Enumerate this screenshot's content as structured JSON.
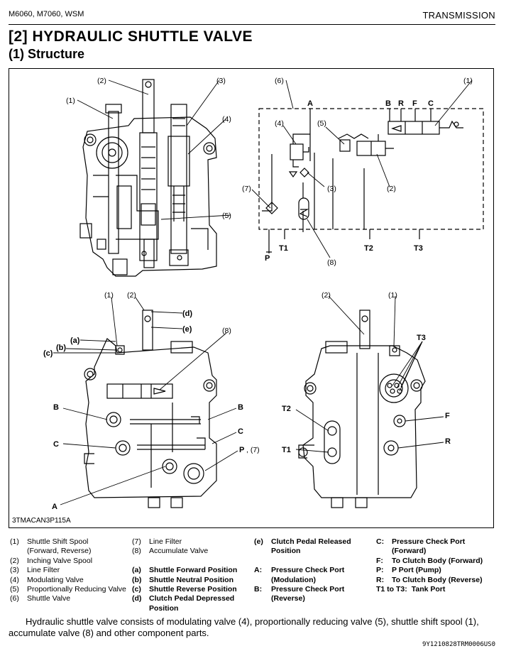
{
  "header": {
    "models": "M6060, M7060, WSM",
    "section": "TRANSMISSION"
  },
  "title": "[2]   HYDRAULIC SHUTTLE VALVE",
  "subtitle": "(1)   Structure",
  "figure": {
    "code": "3TMACAN3P115A",
    "top_left_callouts": [
      "(1)",
      "(2)",
      "(3)",
      "(4)",
      "(5)"
    ],
    "schematic_callouts": [
      "(6)",
      "(1)",
      "(4)",
      "(5)",
      "(3)",
      "(2)",
      "(7)",
      "(8)"
    ],
    "schematic_ports": [
      "A",
      "B",
      "R",
      "F",
      "C",
      "T1",
      "T2",
      "T3",
      "P"
    ],
    "front_callouts": [
      "(1)",
      "(2)",
      "(d)",
      "(e)",
      "(8)",
      "(a)",
      "(b)",
      "(c)",
      "B",
      "B",
      "C",
      "C",
      "P",
      ", (7)",
      "A"
    ],
    "rear_callouts": [
      "(2)",
      "(1)",
      "T3",
      "T2",
      "F",
      "R",
      "T1"
    ]
  },
  "legend": {
    "col1": [
      {
        "k": "(1)",
        "v": "Shuttle Shift Spool"
      },
      {
        "k": "",
        "v": "(Forward, Reverse)"
      },
      {
        "k": "(2)",
        "v": "Inching Valve Spool"
      },
      {
        "k": "(3)",
        "v": "Line Filter"
      },
      {
        "k": "(4)",
        "v": "Modulating Valve"
      },
      {
        "k": "(5)",
        "v": "Proportionally Reducing Valve"
      },
      {
        "k": "(6)",
        "v": "Shuttle Valve"
      }
    ],
    "col2": [
      {
        "k": "(7)",
        "v": "Line Filter"
      },
      {
        "k": "(8)",
        "v": "Accumulate Valve"
      },
      {
        "k": "",
        "v": ""
      },
      {
        "k": "(a)",
        "v": "Shuttle Forward Position"
      },
      {
        "k": "(b)",
        "v": "Shuttle Neutral Position"
      },
      {
        "k": "(c)",
        "v": "Shuttle Reverse Position"
      },
      {
        "k": "(d)",
        "v": "Clutch Pedal Depressed"
      },
      {
        "k": "",
        "v": "Position"
      }
    ],
    "col3": [
      {
        "k": "(e)",
        "v": "Clutch Pedal Released"
      },
      {
        "k": "",
        "v": "Position"
      },
      {
        "k": "",
        "v": ""
      },
      {
        "k": "A:",
        "v": "Pressure Check Port"
      },
      {
        "k": "",
        "v": "(Modulation)"
      },
      {
        "k": "B:",
        "v": "Pressure Check Port"
      },
      {
        "k": "",
        "v": "(Reverse)"
      }
    ],
    "col4": [
      {
        "k": "C:",
        "v": "Pressure Check Port"
      },
      {
        "k": "",
        "v": "(Forward)"
      },
      {
        "k": "F:",
        "v": "To Clutch Body (Forward)"
      },
      {
        "k": "P:",
        "v": "P Port (Pump)"
      },
      {
        "k": "R:",
        "v": "To Clutch Body (Reverse)"
      },
      {
        "k": "T1 to T3:",
        "v": "Tank Port"
      }
    ]
  },
  "paragraph": "Hydraulic shuttle valve consists of modulating valve (4), proportionally reducing valve (5), shuttle shift spool (1), accumulate valve (8) and other component parts.",
  "footer_code": "9Y1210828TRM0006US0"
}
